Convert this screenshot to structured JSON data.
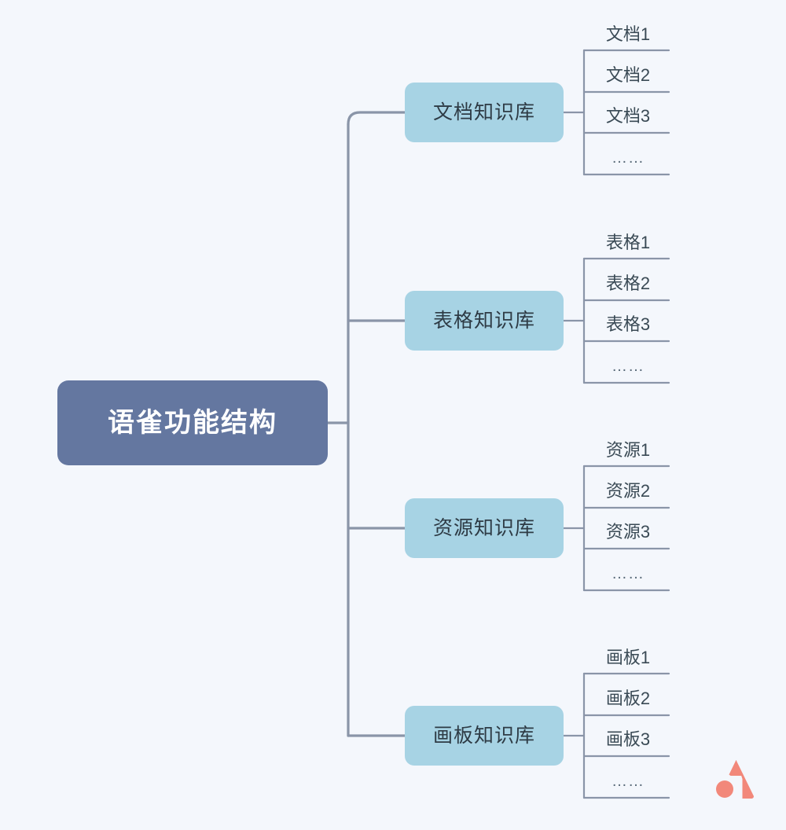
{
  "meta": {
    "title": "语雀功能结构",
    "background_color": "#f4f7fc"
  },
  "colors": {
    "root_fill": "#6477a0",
    "root_text": "#ffffff",
    "branch_fill": "#a7d3e4",
    "branch_text": "#2e3b45",
    "connector": "#8a95a8",
    "leaf_text": "#3a4a55",
    "logo": "#f2887a"
  },
  "root": {
    "label": "语雀功能结构"
  },
  "branches": [
    {
      "label": "文档知识库",
      "leaves": [
        "文档1",
        "文档2",
        "文档3",
        "……"
      ]
    },
    {
      "label": "表格知识库",
      "leaves": [
        "表格1",
        "表格2",
        "表格3",
        "……"
      ]
    },
    {
      "label": "资源知识库",
      "leaves": [
        "资源1",
        "资源2",
        "资源3",
        "……"
      ]
    },
    {
      "label": "画板知识库",
      "leaves": [
        "画板1",
        "画板2",
        "画板3",
        "……"
      ]
    }
  ],
  "logo": {
    "name": "brand-logo-a"
  }
}
